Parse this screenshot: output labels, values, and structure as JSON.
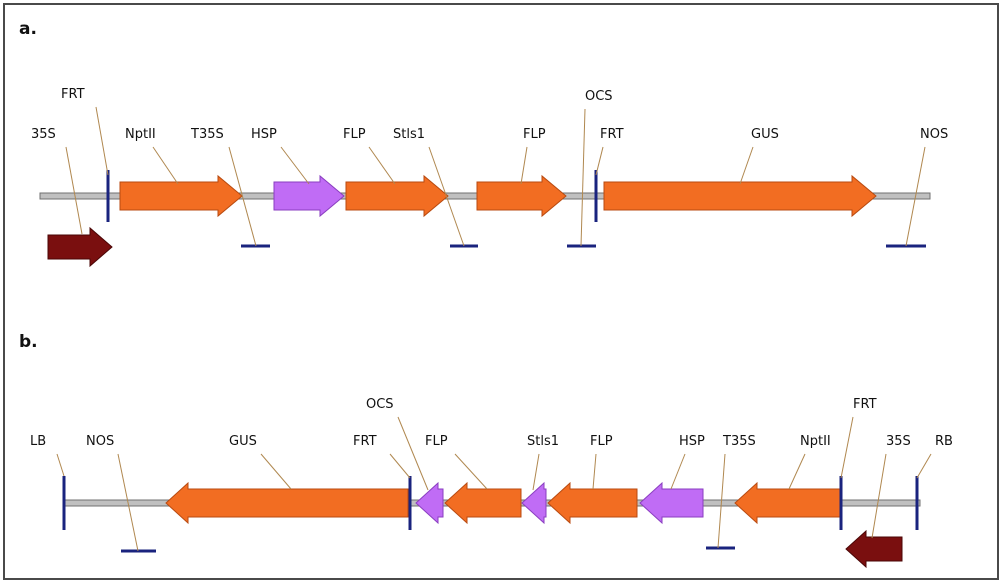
{
  "colors": {
    "backbone_fill": "#c0c0c0",
    "backbone_stroke": "#707070",
    "orange": "#f26d22",
    "orange_stroke": "#b84a10",
    "violet": "#c06cf5",
    "violet_stroke": "#8a3ec0",
    "promoter": "#7a0f0f",
    "site_blue": "#1a237e",
    "leader": "#b08850"
  },
  "panels": [
    {
      "id": "a",
      "letter": "a.",
      "features": [
        {
          "label": "35S",
          "kind": "promoter"
        },
        {
          "label": "FRT",
          "kind": "site"
        },
        {
          "label": "NptII",
          "kind": "gene"
        },
        {
          "label": "T35S",
          "kind": "terminator"
        },
        {
          "label": "HSP",
          "kind": "promoter-violet"
        },
        {
          "label": "FLP",
          "kind": "gene"
        },
        {
          "label": "Stls1",
          "kind": "intron"
        },
        {
          "label": "FLP",
          "kind": "gene"
        },
        {
          "label": "OCS",
          "kind": "terminator"
        },
        {
          "label": "FRT",
          "kind": "site"
        },
        {
          "label": "GUS",
          "kind": "gene"
        },
        {
          "label": "NOS",
          "kind": "terminator"
        }
      ]
    },
    {
      "id": "b",
      "letter": "b.",
      "features": [
        {
          "label": "LB",
          "kind": "border"
        },
        {
          "label": "NOS",
          "kind": "terminator"
        },
        {
          "label": "GUS",
          "kind": "gene"
        },
        {
          "label": "OCS",
          "kind": "promoter-violet"
        },
        {
          "label": "FRT",
          "kind": "site"
        },
        {
          "label": "FLP",
          "kind": "gene"
        },
        {
          "label": "Stls1",
          "kind": "intron"
        },
        {
          "label": "FLP",
          "kind": "gene"
        },
        {
          "label": "HSP",
          "kind": "promoter-violet"
        },
        {
          "label": "T35S",
          "kind": "terminator"
        },
        {
          "label": "NptII",
          "kind": "gene"
        },
        {
          "label": "FRT",
          "kind": "site"
        },
        {
          "label": "35S",
          "kind": "promoter"
        },
        {
          "label": "RB",
          "kind": "border"
        }
      ]
    }
  ]
}
